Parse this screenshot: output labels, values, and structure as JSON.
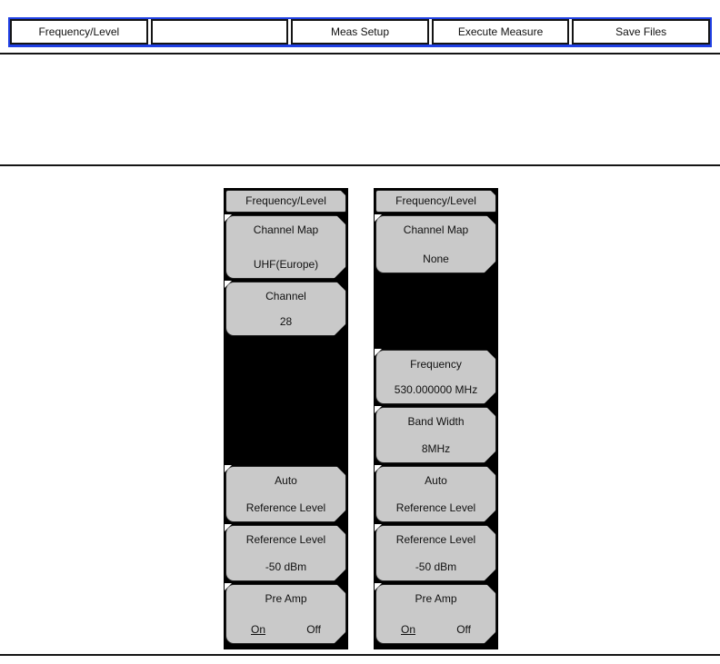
{
  "colors": {
    "accent_blue": "#1f3fe3",
    "softkey_gray": "#c9c9c9",
    "panel_black": "#000000"
  },
  "top_bar": {
    "buttons": [
      {
        "label": "Frequency/Level"
      },
      {
        "label": ""
      },
      {
        "label": "Meas Setup"
      },
      {
        "label": "Execute Measure"
      },
      {
        "label": "Save Files"
      }
    ]
  },
  "menus": [
    {
      "title": "Frequency/Level",
      "keys": [
        {
          "label": "Channel Map",
          "value": "UHF(Europe)"
        },
        {
          "label": "Channel",
          "value": "28"
        },
        {
          "label": "Auto",
          "value": "Reference Level"
        },
        {
          "label": "Reference Level",
          "value": "-50 dBm"
        },
        {
          "label": "Pre Amp",
          "on_label": "On",
          "off_label": "Off",
          "selected": "On"
        }
      ]
    },
    {
      "title": "Frequency/Level",
      "keys": [
        {
          "label": "Channel Map",
          "value": "None"
        },
        {
          "label": "Frequency",
          "value": "530.000000 MHz"
        },
        {
          "label": "Band Width",
          "value": "8MHz"
        },
        {
          "label": "Auto",
          "value": "Reference Level"
        },
        {
          "label": "Reference Level",
          "value": "-50 dBm"
        },
        {
          "label": "Pre Amp",
          "on_label": "On",
          "off_label": "Off",
          "selected": "On"
        }
      ]
    }
  ]
}
